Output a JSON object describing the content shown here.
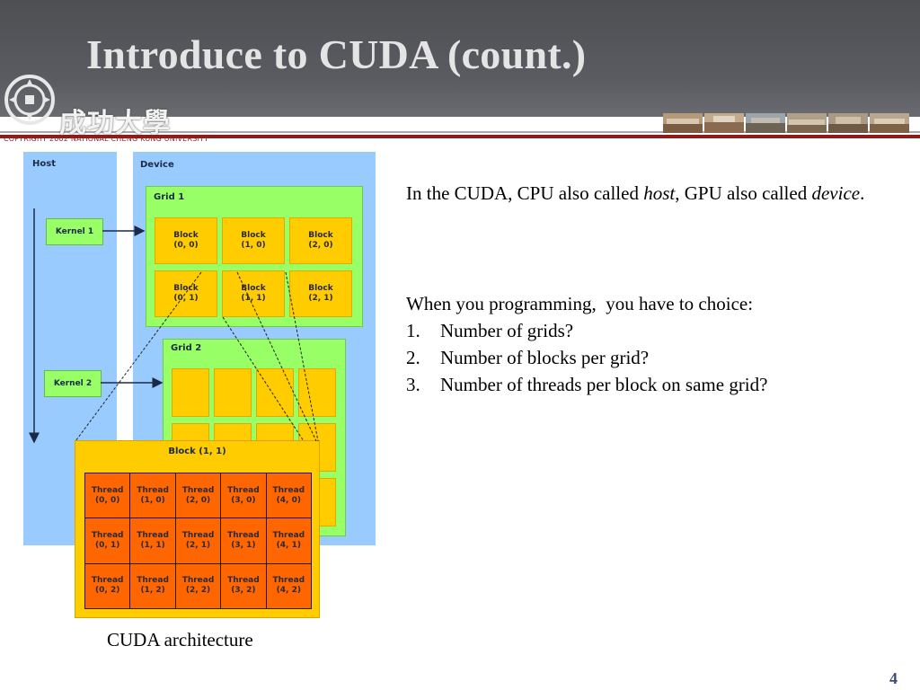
{
  "slide": {
    "title": "Introduce to CUDA (count.)",
    "page_number": "4",
    "university_logo_text": "成功大學",
    "copyright_text": "COPYRIGHT 2002 NATIONAL CHENG KUNG UNIVERSITY"
  },
  "text": {
    "intro_part1": "In the CUDA, CPU also called ",
    "intro_host": "host",
    "intro_part2": ", GPU also called ",
    "intro_device": "device",
    "intro_part3": ".",
    "choices_heading": "When you programming,  you have to choice:",
    "choices": [
      {
        "num": "1.",
        "text": "Number of grids?"
      },
      {
        "num": "2.",
        "text": "Number of blocks per grid?"
      },
      {
        "num": "3.",
        "text": "Number of threads per block on same grid?"
      }
    ]
  },
  "diagram": {
    "caption": "CUDA architecture",
    "host_label": "Host",
    "device_label": "Device",
    "kernel1_label": "Kernel 1",
    "kernel2_label": "Kernel 2",
    "grid1_label": "Grid 1",
    "grid2_label": "Grid 2",
    "blocks": [
      {
        "name": "Block",
        "coords": "(0, 0)"
      },
      {
        "name": "Block",
        "coords": "(1, 0)"
      },
      {
        "name": "Block",
        "coords": "(2, 0)"
      },
      {
        "name": "Block",
        "coords": "(0, 1)"
      },
      {
        "name": "Block",
        "coords": "(1, 1)"
      },
      {
        "name": "Block",
        "coords": "(2, 1)"
      }
    ],
    "zoom_block_label": "Block (1, 1)",
    "threads": [
      {
        "name": "Thread",
        "coords": "(0, 0)"
      },
      {
        "name": "Thread",
        "coords": "(1, 0)"
      },
      {
        "name": "Thread",
        "coords": "(2, 0)"
      },
      {
        "name": "Thread",
        "coords": "(3, 0)"
      },
      {
        "name": "Thread",
        "coords": "(4, 0)"
      },
      {
        "name": "Thread",
        "coords": "(0, 1)"
      },
      {
        "name": "Thread",
        "coords": "(1, 1)"
      },
      {
        "name": "Thread",
        "coords": "(2, 1)"
      },
      {
        "name": "Thread",
        "coords": "(3, 1)"
      },
      {
        "name": "Thread",
        "coords": "(4, 1)"
      },
      {
        "name": "Thread",
        "coords": "(0, 2)"
      },
      {
        "name": "Thread",
        "coords": "(1, 2)"
      },
      {
        "name": "Thread",
        "coords": "(2, 2)"
      },
      {
        "name": "Thread",
        "coords": "(3, 2)"
      },
      {
        "name": "Thread",
        "coords": "(4, 2)"
      }
    ]
  },
  "colors": {
    "header_bg": "#55565b",
    "title_text": "#e4e4e4",
    "host_device_bg": "#99cbff",
    "grid_bg": "#99ff66",
    "block_bg": "#ffcc00",
    "thread_bg": "#ff6600",
    "accent_red": "#8c1c1c"
  }
}
